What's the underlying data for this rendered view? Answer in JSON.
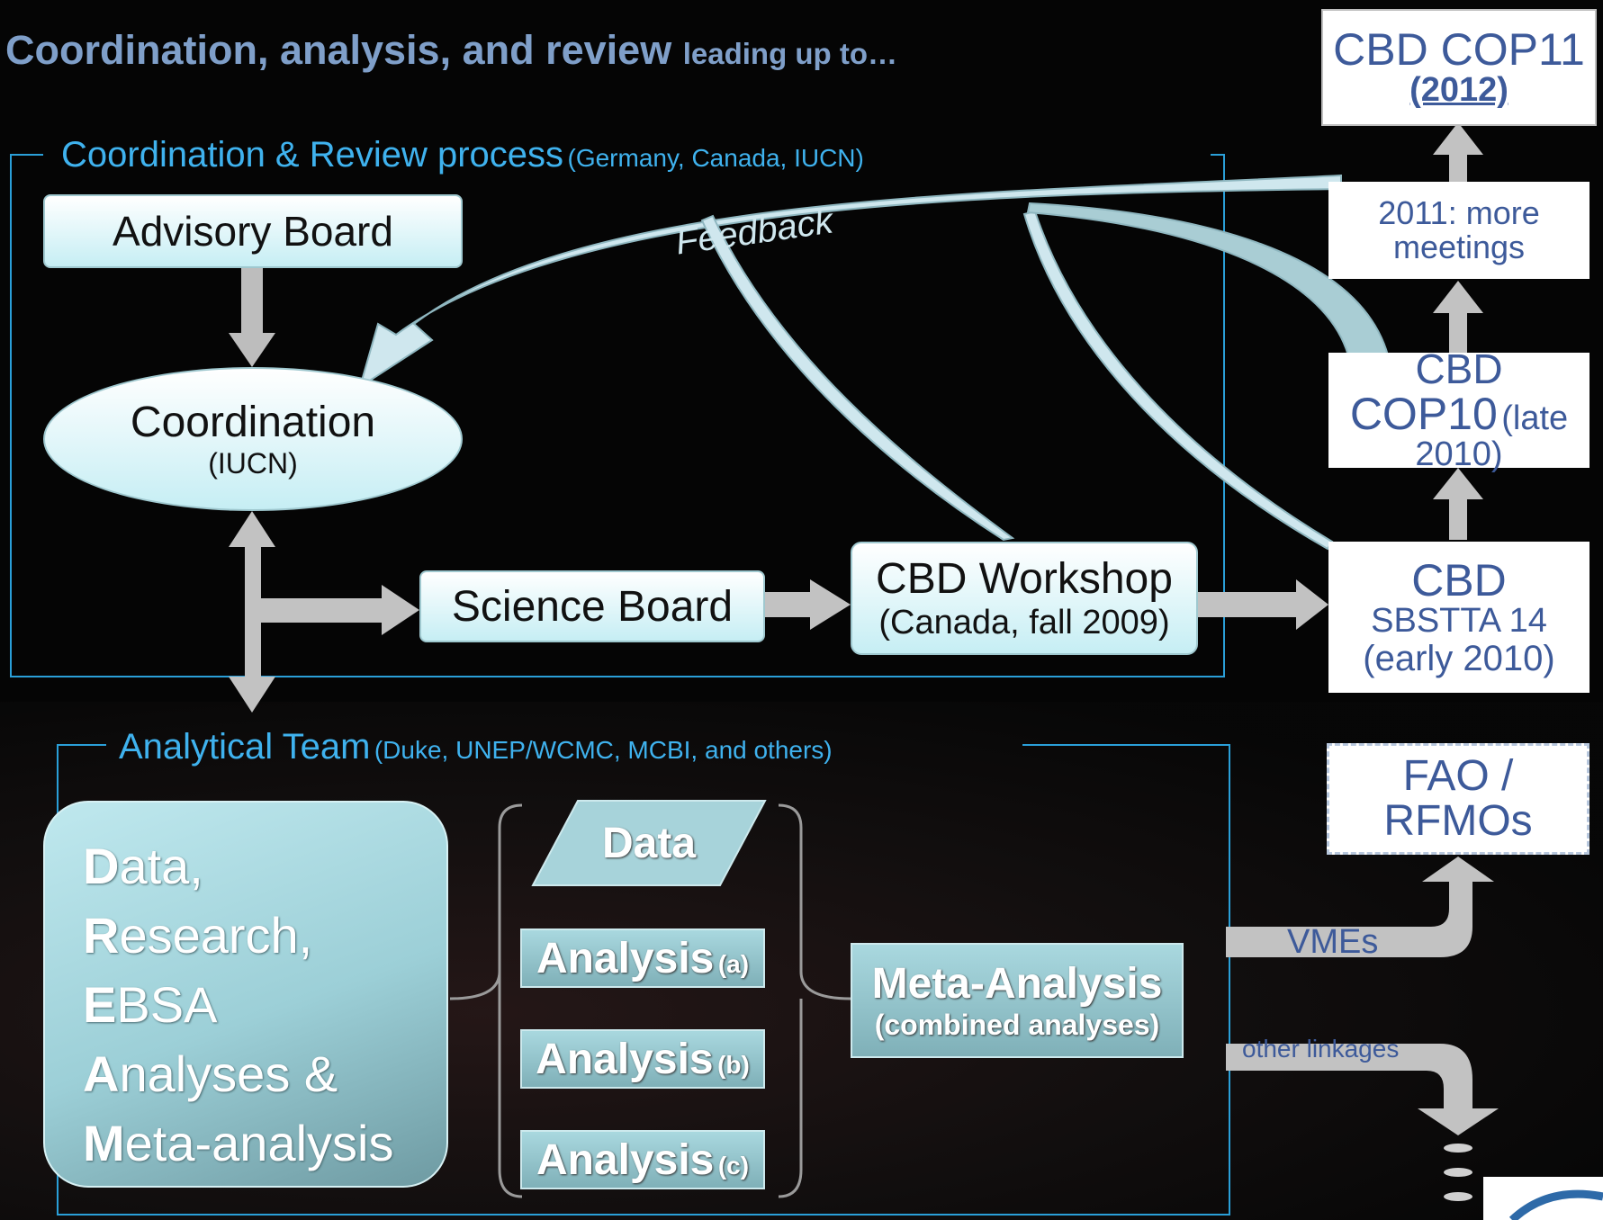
{
  "header": {
    "title_main": "Coordination, analysis, and review",
    "title_tail": "leading up to…"
  },
  "coord_section": {
    "label": "Coordination & Review process",
    "sub": "(Germany, Canada, IUCN)"
  },
  "analytical_section": {
    "label": "Analytical  Team",
    "sub": "(Duke, UNEP/WCMC, MCBI, and others)"
  },
  "advisory": {
    "label": "Advisory Board"
  },
  "coordination": {
    "label": "Coordination",
    "sub": "(IUCN)"
  },
  "science_board": {
    "label": "Science Board"
  },
  "workshop": {
    "line1": "CBD Workshop",
    "line2": "(Canada, fall 2009)"
  },
  "feedback": {
    "label": "Feedback"
  },
  "cop11": {
    "line1": "CBD COP11",
    "line2": "(2012)"
  },
  "meetings_2011": {
    "line1": "2011: more",
    "line2": "meetings"
  },
  "cop10": {
    "line1": "CBD",
    "line2": "COP10",
    "line2b": "(late",
    "line3": "2010)"
  },
  "sbstta": {
    "line1": "CBD",
    "line2": "SBSTTA 14",
    "line3": "(early 2010)"
  },
  "fao": {
    "line1": "FAO /",
    "line2": "RFMOs"
  },
  "vmes": {
    "label": "VMEs"
  },
  "other_links": {
    "label": "other linkages"
  },
  "drem": [
    {
      "cap": "D",
      "rest": "ata,"
    },
    {
      "cap": "R",
      "rest": "esearch,"
    },
    {
      "cap": "E",
      "rest": "BSA"
    },
    {
      "cap": "A",
      "rest": "nalyses  &"
    },
    {
      "cap": "M",
      "rest": "eta-analysis"
    }
  ],
  "data_box": {
    "label": "Data"
  },
  "analyses": [
    {
      "label": "Analysis",
      "tag": "(a)"
    },
    {
      "label": "Analysis",
      "tag": "(b)"
    },
    {
      "label": "Analysis",
      "tag": "(c)"
    }
  ],
  "meta": {
    "label": "Meta-Analysis",
    "sub": "(combined analyses)"
  },
  "colors": {
    "accent_blue": "#3fb2ee",
    "title": "#7f9fc9",
    "box_text_blue": "#3d5a9a",
    "teal": "#9ccfd7"
  }
}
